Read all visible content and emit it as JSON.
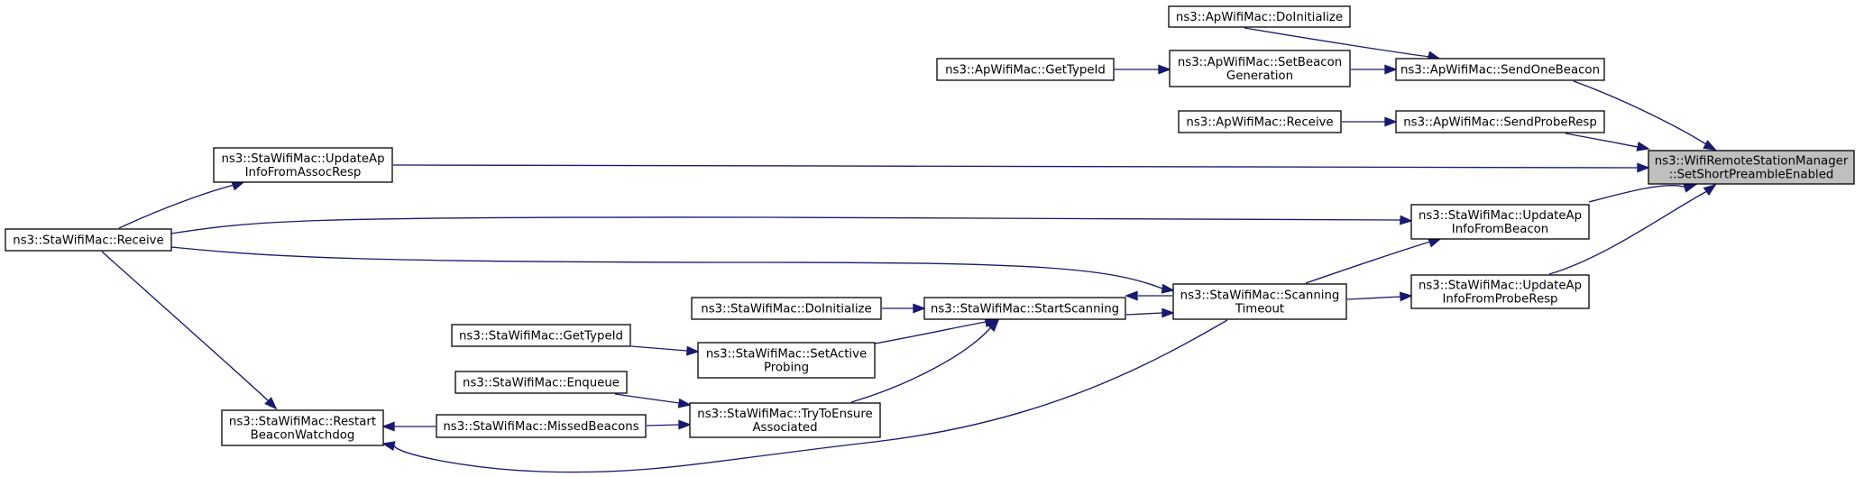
{
  "title": "",
  "nodes": [
    {
      "id": "root",
      "lines": [
        "ns3::WifiRemoteStationManager",
        "::SetShortPreambleEnabled"
      ],
      "highlighted": true
    },
    {
      "id": "ap_doinit",
      "lines": [
        "ns3::ApWifiMac::DoInitialize"
      ]
    },
    {
      "id": "ap_sendonebeacon",
      "lines": [
        "ns3::ApWifiMac::SendOneBeacon"
      ]
    },
    {
      "id": "ap_gettypeid",
      "lines": [
        "ns3::ApWifiMac::GetTypeId"
      ]
    },
    {
      "id": "ap_setbeacongen",
      "lines": [
        "ns3::ApWifiMac::SetBeacon",
        "Generation"
      ]
    },
    {
      "id": "ap_receive",
      "lines": [
        "ns3::ApWifiMac::Receive"
      ]
    },
    {
      "id": "ap_sendproberesp",
      "lines": [
        "ns3::ApWifiMac::SendProbeResp"
      ]
    },
    {
      "id": "sta_updateapassoc",
      "lines": [
        "ns3::StaWifiMac::UpdateAp",
        "InfoFromAssocResp"
      ]
    },
    {
      "id": "sta_receive",
      "lines": [
        "ns3::StaWifiMac::Receive"
      ]
    },
    {
      "id": "sta_updateapbeacon",
      "lines": [
        "ns3::StaWifiMac::UpdateAp",
        "InfoFromBeacon"
      ]
    },
    {
      "id": "sta_scanningtimeout",
      "lines": [
        "ns3::StaWifiMac::Scanning",
        "Timeout"
      ]
    },
    {
      "id": "sta_updateapprobe",
      "lines": [
        "ns3::StaWifiMac::UpdateAp",
        "InfoFromProbeResp"
      ]
    },
    {
      "id": "sta_doinit",
      "lines": [
        "ns3::StaWifiMac::DoInitialize"
      ]
    },
    {
      "id": "sta_startscanning",
      "lines": [
        "ns3::StaWifiMac::StartScanning"
      ]
    },
    {
      "id": "sta_gettypeid",
      "lines": [
        "ns3::StaWifiMac::GetTypeId"
      ]
    },
    {
      "id": "sta_setactiveprobing",
      "lines": [
        "ns3::StaWifiMac::SetActive",
        "Probing"
      ]
    },
    {
      "id": "sta_enqueue",
      "lines": [
        "ns3::StaWifiMac::Enqueue"
      ]
    },
    {
      "id": "sta_trytoensure",
      "lines": [
        "ns3::StaWifiMac::TryToEnsure",
        "Associated"
      ]
    },
    {
      "id": "sta_restartbeacon",
      "lines": [
        "ns3::StaWifiMac::Restart",
        "BeaconWatchdog"
      ]
    },
    {
      "id": "sta_missedbeacons",
      "lines": [
        "ns3::StaWifiMac::MissedBeacons"
      ]
    }
  ],
  "edges": [
    {
      "from": "ap_doinit",
      "to": "ap_sendonebeacon"
    },
    {
      "from": "ap_setbeacongen",
      "to": "ap_sendonebeacon"
    },
    {
      "from": "ap_gettypeid",
      "to": "ap_setbeacongen"
    },
    {
      "from": "ap_sendonebeacon",
      "to": "root"
    },
    {
      "from": "ap_receive",
      "to": "ap_sendproberesp"
    },
    {
      "from": "ap_sendproberesp",
      "to": "root"
    },
    {
      "from": "sta_updateapassoc",
      "to": "root"
    },
    {
      "from": "sta_receive",
      "to": "sta_updateapassoc"
    },
    {
      "from": "sta_updateapbeacon",
      "to": "root"
    },
    {
      "from": "sta_receive",
      "to": "sta_updateapbeacon"
    },
    {
      "from": "sta_scanningtimeout",
      "to": "sta_updateapbeacon"
    },
    {
      "from": "sta_updateapprobe",
      "to": "root"
    },
    {
      "from": "sta_scanningtimeout",
      "to": "sta_updateapprobe"
    },
    {
      "from": "sta_receive",
      "to": "sta_scanningtimeout"
    },
    {
      "from": "sta_startscanning",
      "to": "sta_scanningtimeout"
    },
    {
      "from": "sta_scanningtimeout",
      "to": "sta_startscanning"
    },
    {
      "from": "sta_doinit",
      "to": "sta_startscanning"
    },
    {
      "from": "sta_setactiveprobing",
      "to": "sta_startscanning"
    },
    {
      "from": "sta_trytoensure",
      "to": "sta_startscanning"
    },
    {
      "from": "sta_gettypeid",
      "to": "sta_setactiveprobing"
    },
    {
      "from": "sta_enqueue",
      "to": "sta_trytoensure"
    },
    {
      "from": "sta_missedbeacons",
      "to": "sta_trytoensure"
    },
    {
      "from": "sta_receive",
      "to": "sta_restartbeacon"
    },
    {
      "from": "sta_missedbeacons",
      "to": "sta_restartbeacon"
    },
    {
      "from": "sta_scanningtimeout",
      "to": "sta_restartbeacon"
    }
  ],
  "colors": {
    "edge": "#191970",
    "node_border": "#000000",
    "node_fill": "#ffffff",
    "root_fill": "#bfbfbf",
    "background": "#ffffff"
  }
}
